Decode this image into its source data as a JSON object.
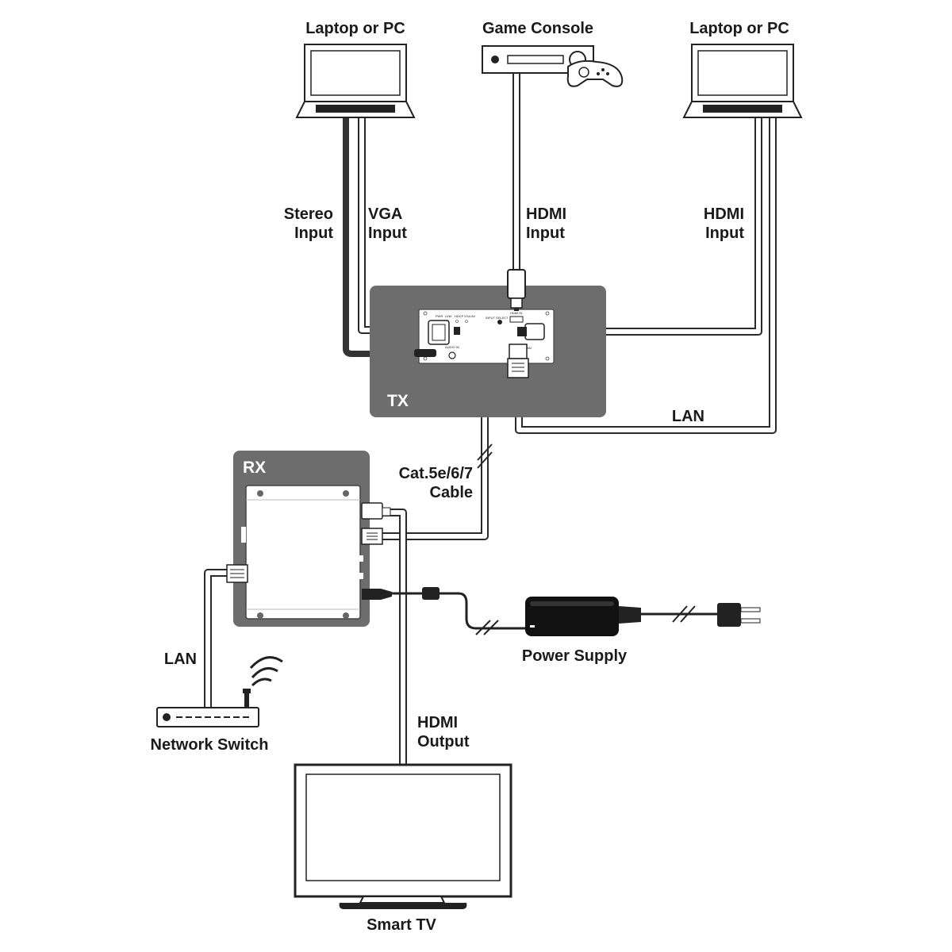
{
  "devices": {
    "laptop_left": {
      "label": "Laptop or PC"
    },
    "game_console": {
      "label": "Game Console"
    },
    "laptop_right": {
      "label": "Laptop or PC"
    },
    "network_switch": {
      "label": "Network Switch"
    },
    "power_supply": {
      "label": "Power Supply"
    },
    "smart_tv": {
      "label": "Smart TV"
    }
  },
  "boxes": {
    "tx": {
      "label": "TX",
      "color": "#6d6d6d"
    },
    "rx": {
      "label": "RX",
      "color": "#6d6d6d"
    }
  },
  "cables": {
    "stereo_input": {
      "line1": "Stereo",
      "line2": "Input"
    },
    "vga_input": {
      "line1": "VGA",
      "line2": "Input"
    },
    "hdmi_input_console": {
      "line1": "HDMI",
      "line2": "Input"
    },
    "hdmi_input_laptop": {
      "line1": "HDMI",
      "line2": "Input"
    },
    "lan_tx": {
      "label": "LAN"
    },
    "cat_cable": {
      "line1": "Cat.5e/6/7",
      "line2": "Cable"
    },
    "lan_rx": {
      "label": "LAN"
    },
    "hdmi_output": {
      "line1": "HDMI",
      "line2": "Output"
    }
  },
  "tx_panel": {
    "pwr": "PWR",
    "link": "LINK",
    "hdcp": "HDCP",
    "vga_av": "VGA AV",
    "input_select": "INPUT SELECT",
    "hdmi_in": "HDMI IN",
    "lan": "LAN",
    "audio_in": "AUDIO IN"
  }
}
